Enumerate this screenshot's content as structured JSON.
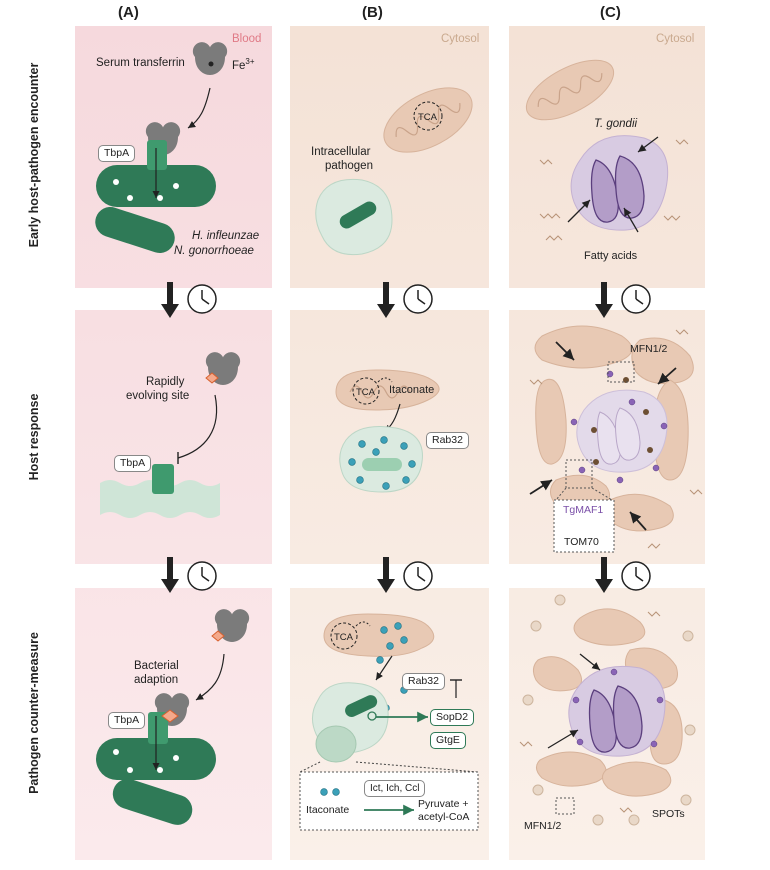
{
  "panels": {
    "a": {
      "letter": "(A)",
      "compartment": "Blood"
    },
    "b": {
      "letter": "(B)",
      "compartment": "Cytosol"
    },
    "c": {
      "letter": "(C)",
      "compartment": "Cytosol"
    }
  },
  "rows": {
    "r1": "Early host-pathogen encounter",
    "r2": "Host response",
    "r3": "Pathogen counter-measure"
  },
  "a": {
    "serum_transferrin": "Serum transferrin",
    "fe": "Fe",
    "fe_sup": "3+",
    "tbpa": "TbpA",
    "species1": "H. infleunzae",
    "species2": "N. gonorrhoeae",
    "rapid_site_1": "Rapidly",
    "rapid_site_2": "evolving site",
    "bact_adapt_1": "Bacterial",
    "bact_adapt_2": "adaption"
  },
  "b": {
    "tca": "TCA",
    "intracellular_1": "Intracellular",
    "intracellular_2": "pathogen",
    "itaconate": "Itaconate",
    "rab32": "Rab32",
    "sopd2": "SopD2",
    "gtge": "GtgE",
    "enzymes": "Ict, Ich, Ccl",
    "product_1": "Pyruvate +",
    "product_2": "acetyl-CoA"
  },
  "c": {
    "tgondii": "T. gondii",
    "fatty_acids": "Fatty acids",
    "mfn12": "MFN1/2",
    "tgmaf1": "TgMAF1",
    "tom70": "TOM70",
    "spots": "SPOTs"
  },
  "colors": {
    "blood_bg": "#f7dcdf",
    "cytosol_bg": "#f5e6da",
    "bacteria": "#2f7a57",
    "mito": "#e8c9b4",
    "parasite": "#b9a8cc"
  }
}
